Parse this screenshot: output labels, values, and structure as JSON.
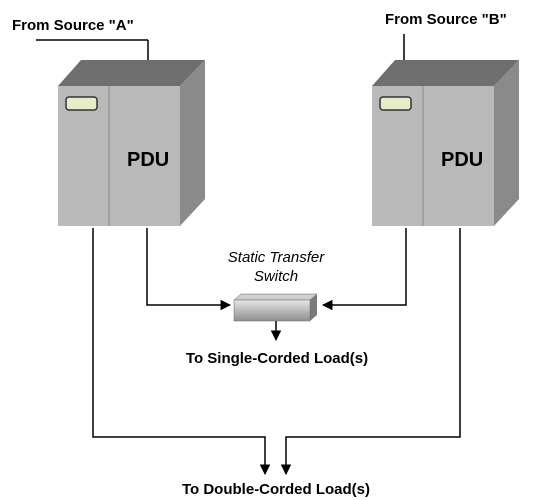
{
  "diagram": {
    "source_a_label": "From Source \"A\"",
    "source_b_label": "From Source \"B\"",
    "pdu_a_label": "PDU",
    "pdu_b_label": "PDU",
    "sts_label_line1": "Static Transfer",
    "sts_label_line2": "Switch",
    "single_load_label": "To Single-Corded Load(s)",
    "double_load_label": "To Double-Corded Load(s)"
  },
  "colors": {
    "cabinet_front": "#b9b9b9",
    "cabinet_side": "#8a8a8a",
    "cabinet_top": "#6e6e6e",
    "indicator": "#e8ecc8",
    "line": "#000000"
  }
}
